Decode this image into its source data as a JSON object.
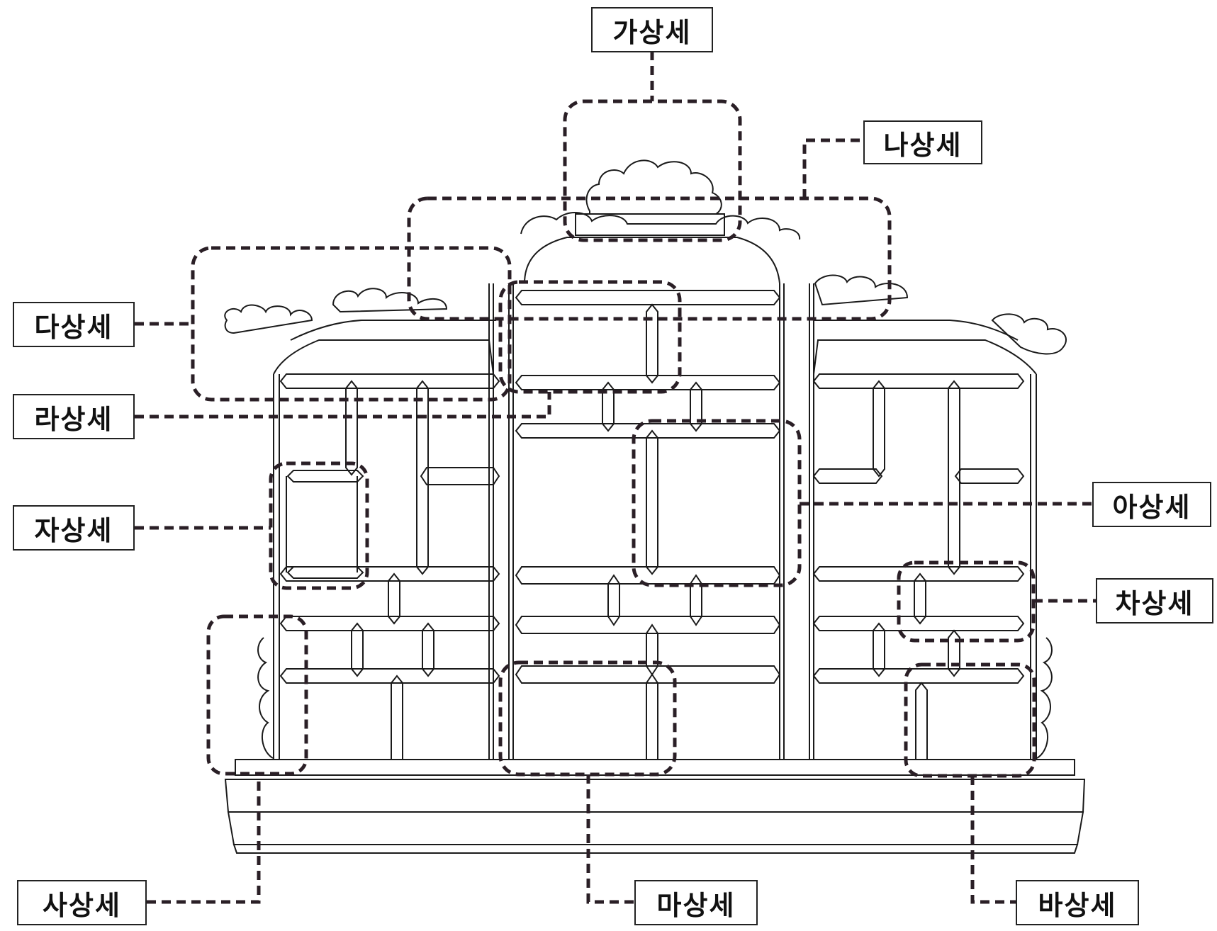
{
  "labels": {
    "ga": "가상세",
    "na": "나상세",
    "da": "다상세",
    "ra": "라상세",
    "ja": "자상세",
    "a": "아상세",
    "cha": "차상세",
    "sa": "사상세",
    "ma": "마상세",
    "ba": "바상세"
  },
  "colors": {
    "outline": "#1a1a1a",
    "callout": "#2a1f26",
    "label_border": "#222222"
  }
}
